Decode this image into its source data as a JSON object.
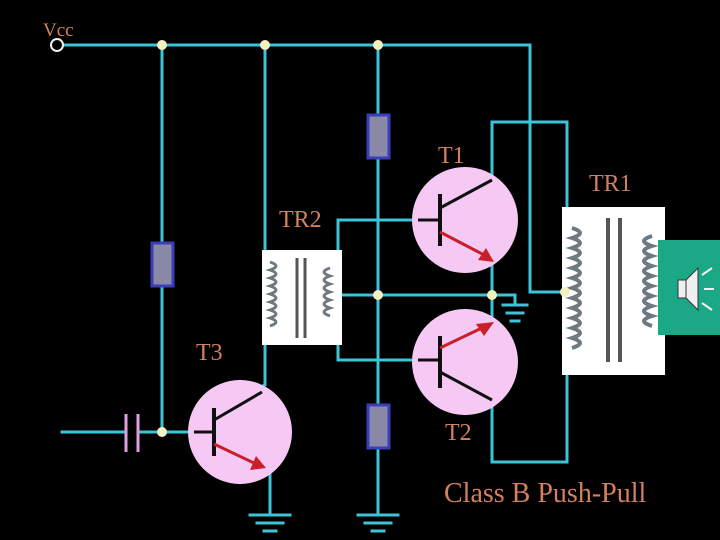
{
  "labels": {
    "vcc": "Vcc",
    "t1": "T1",
    "t2": "T2",
    "t3": "T3",
    "tr1": "TR1",
    "tr2": "TR2",
    "caption": "Class B Push-Pull"
  },
  "colors": {
    "background": "#000000",
    "wire": "#3cc4d8",
    "label": "#d48060",
    "transistor_fill": "#f6c8f4",
    "transistor_lead": "#101010",
    "emitter_arrow": "#c8202a",
    "resistor_fill": "#8a8aa8",
    "resistor_border": "#3a3fb8",
    "capacitor": "#e0a0e0",
    "transformer_body": "#ffffff",
    "speaker_panel": "#1aa886",
    "junction_dot": "#f2f2c0"
  },
  "icons": {
    "speaker": "speaker-icon",
    "ground": "ground-icon"
  }
}
